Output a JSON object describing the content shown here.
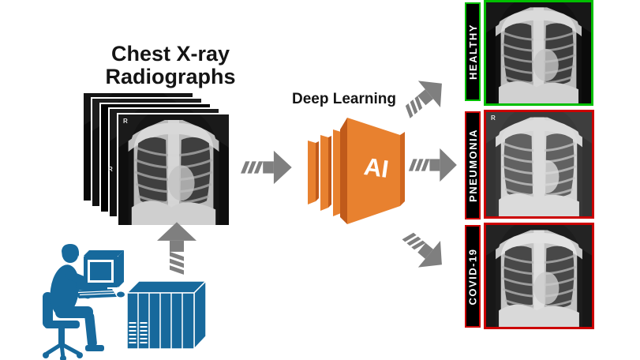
{
  "diagram": {
    "input": {
      "title_line1": "Chest X-ray",
      "title_line2": "Radiographs",
      "xray_marker": "R"
    },
    "model": {
      "label": "Deep Learning",
      "ai_text": "AI"
    },
    "outputs": [
      {
        "label": "HEALTHY",
        "border_color": "#00bf00"
      },
      {
        "label": "PNEUMONIA",
        "border_color": "#cc0000",
        "xray_marker": "R"
      },
      {
        "label": "COVID-19",
        "border_color": "#cc0000"
      }
    ],
    "colors": {
      "accent_blue": "#17699c",
      "arrow_gray": "#7f7f7f",
      "ai_orange": "#e8812f",
      "ai_orange_dark": "#c05a1a",
      "healthy_green": "#00bf00",
      "abnormal_red": "#cc0000",
      "label_bg": "#000000"
    }
  }
}
